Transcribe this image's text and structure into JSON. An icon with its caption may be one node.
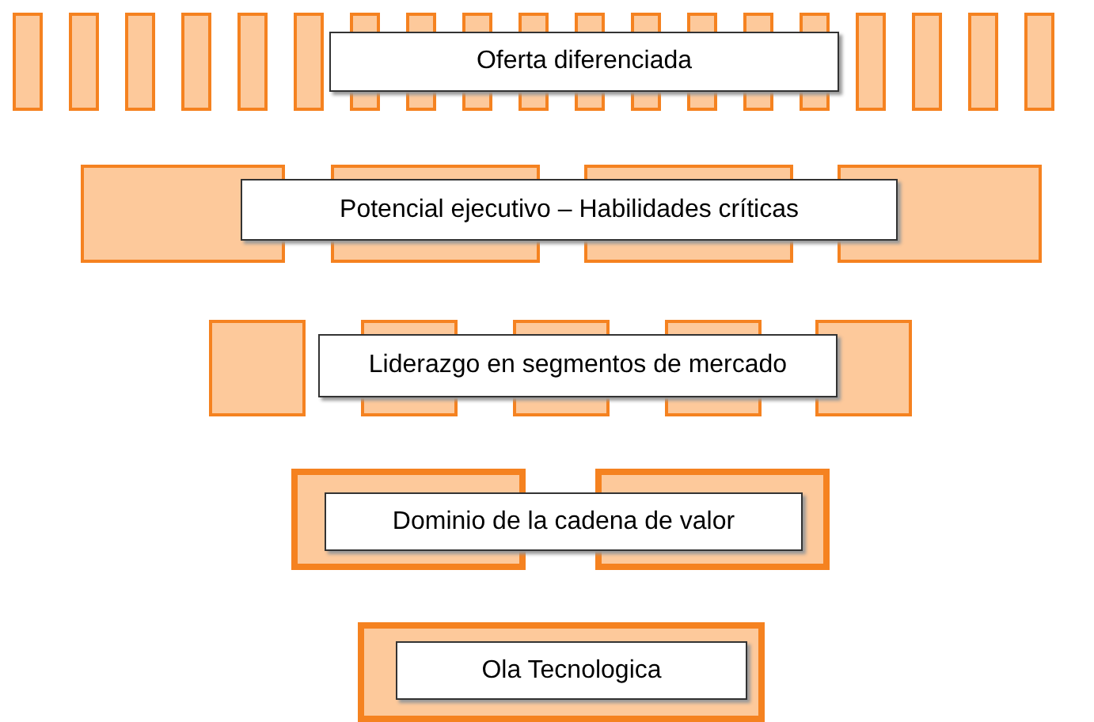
{
  "diagram": {
    "nodes": [
      {
        "text": [
          "Oferta diferenciada"
        ]
      },
      {
        "text": [
          "Potencial ejecutivo – Habilidades críticas"
        ]
      },
      {
        "text": [
          "Liderazgo en segmentos de mercado"
        ]
      },
      {
        "text": [
          "Dominio de la cadena de valor"
        ]
      },
      {
        "text": [
          "Ola Tecnologica"
        ]
      }
    ]
  }
}
